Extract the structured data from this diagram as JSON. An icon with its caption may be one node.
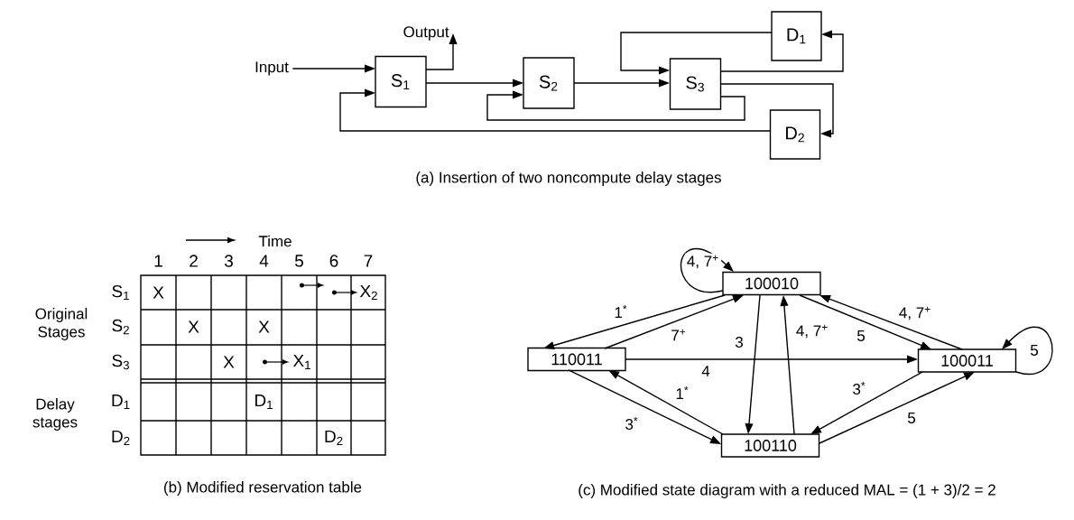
{
  "diagram": {
    "nodes": [
      {
        "text": [
          "Input"
        ]
      },
      {
        "text": [
          "Output"
        ]
      },
      {
        "text": [
          "S$_{1}$"
        ]
      },
      {
        "text": [
          "S$_{2}$"
        ]
      },
      {
        "text": [
          "S$_{3}$"
        ]
      },
      {
        "text": [
          "D$_{1}$"
        ]
      },
      {
        "text": [
          "D$_{2}$"
        ]
      },
      {
        "text": [
          "100010"
        ]
      },
      {
        "text": [
          "110011"
        ]
      },
      {
        "text": [
          "100011"
        ]
      },
      {
        "text": [
          "100110"
        ]
      }
    ],
    "edges": [
      {
        "from": 0,
        "to": 2,
        "arrow": "to"
      },
      {
        "from": 2,
        "to": 1,
        "arrow": "to"
      },
      {
        "from": 2,
        "to": 3,
        "arrow": "to"
      },
      {
        "from": 3,
        "to": 4,
        "arrow": "to"
      },
      {
        "from": 4,
        "to": 5,
        "arrow": "to"
      },
      {
        "from": 5,
        "to": 4,
        "arrow": "to"
      },
      {
        "from": 4,
        "to": 6,
        "arrow": "to"
      },
      {
        "from": 4,
        "to": 3,
        "arrow": "to"
      },
      {
        "from": 6,
        "to": 2,
        "arrow": "to"
      },
      {
        "from": 7,
        "to": 7,
        "arrow": "to",
        "label": "4, 7$^{+}$"
      },
      {
        "from": 7,
        "to": 8,
        "arrow": "to",
        "label": "1$^{*}$"
      },
      {
        "from": 8,
        "to": 7,
        "arrow": "to",
        "label": "7$^{+}$"
      },
      {
        "from": 7,
        "to": 10,
        "arrow": "to",
        "label": "3"
      },
      {
        "from": 10,
        "to": 7,
        "arrow": "to",
        "label": "4, 7$^{+}$"
      },
      {
        "from": 7,
        "to": 9,
        "arrow": "to",
        "label": "5"
      },
      {
        "from": 9,
        "to": 7,
        "arrow": "to",
        "label": "4, 7$^{+}$"
      },
      {
        "from": 9,
        "to": 9,
        "arrow": "to",
        "label": "5"
      },
      {
        "from": 8,
        "to": 9,
        "arrow": "to",
        "label": "4"
      },
      {
        "from": 10,
        "to": 8,
        "arrow": "to",
        "label": "1$^{*}$"
      },
      {
        "from": 8,
        "to": 10,
        "arrow": "to",
        "label": "3$^{*}$"
      },
      {
        "from": 9,
        "to": 10,
        "arrow": "to",
        "label": "3$^{*}$"
      },
      {
        "from": 10,
        "to": 9,
        "arrow": "to",
        "label": "5"
      }
    ],
    "labels": [
      "(a) Insertion of two noncompute delay stages",
      "Time",
      "1",
      "2",
      "3",
      "4",
      "5",
      "6",
      "7",
      "S$_{1}$",
      "X",
      "X$_{2}$",
      "Original Stages",
      "S$_{2}$",
      "X",
      "X",
      "S$_{3}$",
      "X",
      "X$_{1}$",
      "Delay stages",
      "D$_{1}$",
      "D$_{1}$",
      "D$_{2}$",
      "D$_{2}$",
      "(b) Modified reservation table",
      "(c) Modified state diagram with a reduced MAL = (1 + 3)/2 = 2"
    ]
  }
}
